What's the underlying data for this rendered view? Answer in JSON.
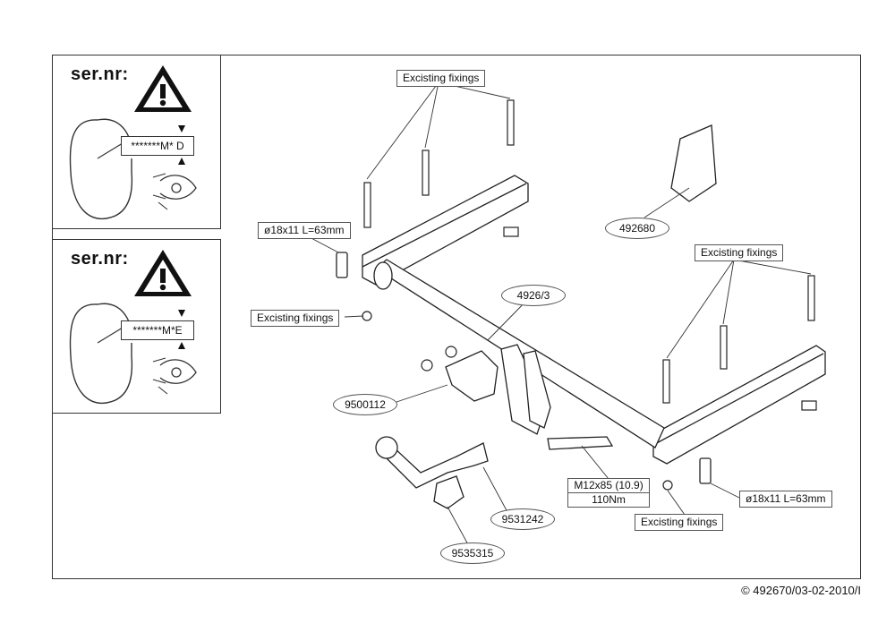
{
  "panels": [
    {
      "title": "ser.nr:",
      "plate_code": "*******M* D"
    },
    {
      "title": "ser.nr:",
      "plate_code": "*******M*E"
    }
  ],
  "labels": {
    "fixings_top": "Excisting fixings",
    "fixings_right": "Excisting fixings",
    "fixings_left": "Excisting fixings",
    "fixings_bottom": "Excisting fixings",
    "sleeve_left": "ø18x11 L=63mm",
    "sleeve_right": "ø18x11 L=63mm",
    "bolt_spec": "M12x85 (10.9)",
    "bolt_torque": "110Nm"
  },
  "parts": {
    "kit": "492680",
    "crossbar": "4926/3",
    "bracket": "9500112",
    "ball": "9531242",
    "socket": "9535315"
  },
  "footer": {
    "copyright": "© 492670/03-02-2010/I"
  }
}
